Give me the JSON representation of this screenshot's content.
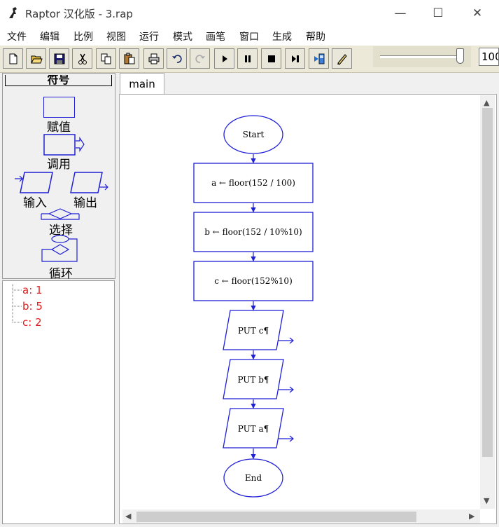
{
  "window": {
    "title": "Raptor 汉化版 - 3.rap",
    "minimize_glyph": "—",
    "maximize_glyph": "☐",
    "close_glyph": "✕"
  },
  "menu": [
    "文件",
    "编辑",
    "比例",
    "视图",
    "运行",
    "模式",
    "画笔",
    "窗口",
    "生成",
    "帮助"
  ],
  "toolbar": {
    "buttons": [
      "new-file-icon",
      "open-folder-icon",
      "save-icon",
      "cut-icon",
      "copy-icon",
      "paste-icon",
      "print-icon",
      "undo-icon",
      "redo-icon",
      "run-icon",
      "pause-icon",
      "stop-icon",
      "step-icon",
      "execute-to-completion-icon",
      "pen-icon"
    ],
    "zoom_value": "100",
    "slider_level": 0.95
  },
  "symbols": {
    "header": "符号",
    "items": [
      "赋值",
      "调用",
      "输入",
      "输出",
      "选择",
      "循环"
    ]
  },
  "variables": [
    "a: 1",
    "b: 5",
    "c: 2"
  ],
  "tabs": [
    "main"
  ],
  "flowchart": {
    "start": "Start",
    "steps": [
      "a ← floor(152 / 100)",
      "b ← floor(152 / 10%10)",
      "c ← floor(152%10)"
    ],
    "outputs": [
      "PUT c¶",
      "PUT b¶",
      "PUT a¶"
    ],
    "end": "End"
  },
  "colors": {
    "flow_blue": "#1f1fd6",
    "var_red": "#e02020"
  }
}
